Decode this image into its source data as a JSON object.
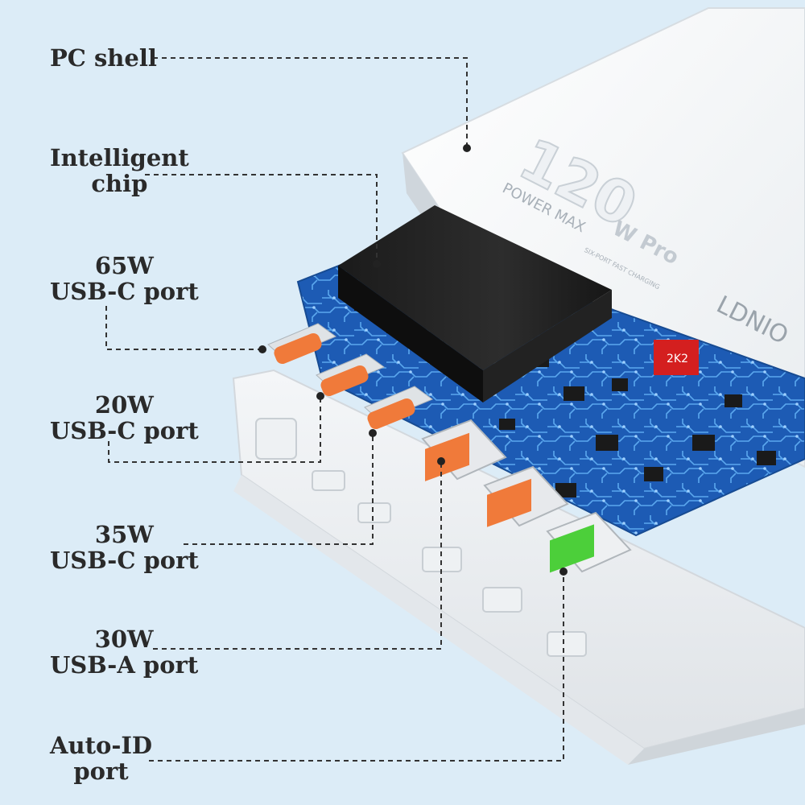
{
  "callouts": {
    "pc_shell": {
      "lines": [
        "PC shell"
      ]
    },
    "intelligent_chip": {
      "lines": [
        "Intelligent",
        "chip"
      ]
    },
    "usbc_65w": {
      "lines": [
        "65W",
        "USB-C port"
      ]
    },
    "usbc_20w": {
      "lines": [
        "20W",
        "USB-C port"
      ]
    },
    "usbc_35w": {
      "lines": [
        "35W",
        "USB-C port"
      ]
    },
    "usba_30w": {
      "lines": [
        "30W",
        "USB-A port"
      ]
    },
    "auto_id": {
      "lines": [
        "Auto-ID",
        "port"
      ]
    }
  },
  "product": {
    "power_big": "120",
    "power_suffix": "W Pro",
    "power_max": "POWER MAX",
    "subtitle": "SIX-PORT FAST CHARGING",
    "brand": "LDNIO",
    "chip_marking": "2K2"
  },
  "colors": {
    "background": "#dcecf7",
    "pcb_blue": "#1f5fb8",
    "usbc_orange": "#f07a3a",
    "auto_id_green": "#4ccf3a",
    "dashed_line": "#333333"
  }
}
